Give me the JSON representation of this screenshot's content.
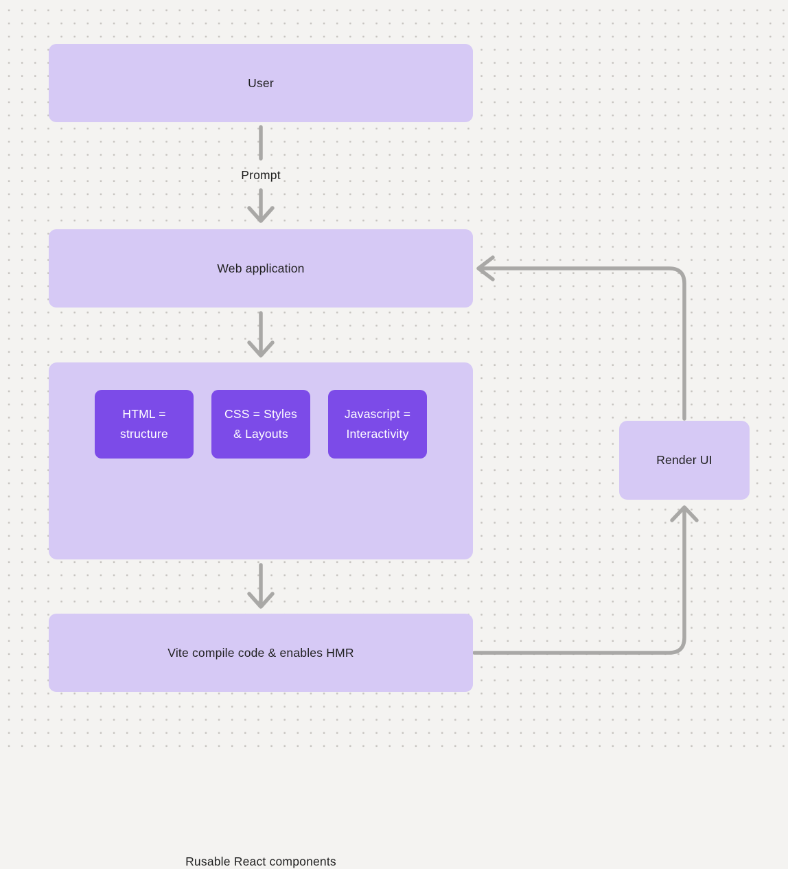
{
  "nodes": {
    "user": "User",
    "web_application": "Web application",
    "components_caption": "Rusable React components",
    "components": [
      {
        "line1": "HTML =",
        "line2": "structure"
      },
      {
        "line1": "CSS = Styles",
        "line2": "& Layouts"
      },
      {
        "line1": "Javascript =",
        "line2": "Interactivity"
      }
    ],
    "vite": "Vite compile code & enables HMR",
    "render_ui": "Render UI"
  },
  "edges": {
    "user_to_webapp_label": "Prompt"
  },
  "colors": {
    "background": "#f4f3f1",
    "grid_dot": "#c7c4c0",
    "node_fill": "#d6c9f5",
    "component_fill": "#7c4be8",
    "node_text": "#1f1f1f",
    "component_text": "#ffffff",
    "arrow": "#a9a8a6"
  }
}
